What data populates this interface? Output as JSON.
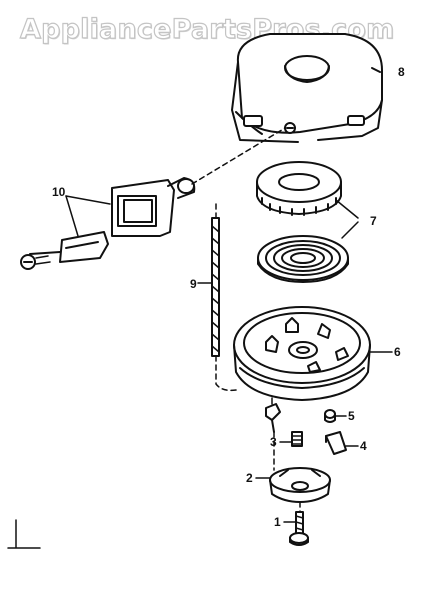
{
  "watermark": "AppliancePartsPros.com",
  "callouts": {
    "c1": "1",
    "c2": "2",
    "c3": "3",
    "c4": "4",
    "c5": "5",
    "c6": "6",
    "c7": "7",
    "c8": "8",
    "c9": "9",
    "c10": "10"
  },
  "colors": {
    "ink": "#111111",
    "watermark_outline": "#c4c4c4",
    "background": "#ffffff"
  }
}
